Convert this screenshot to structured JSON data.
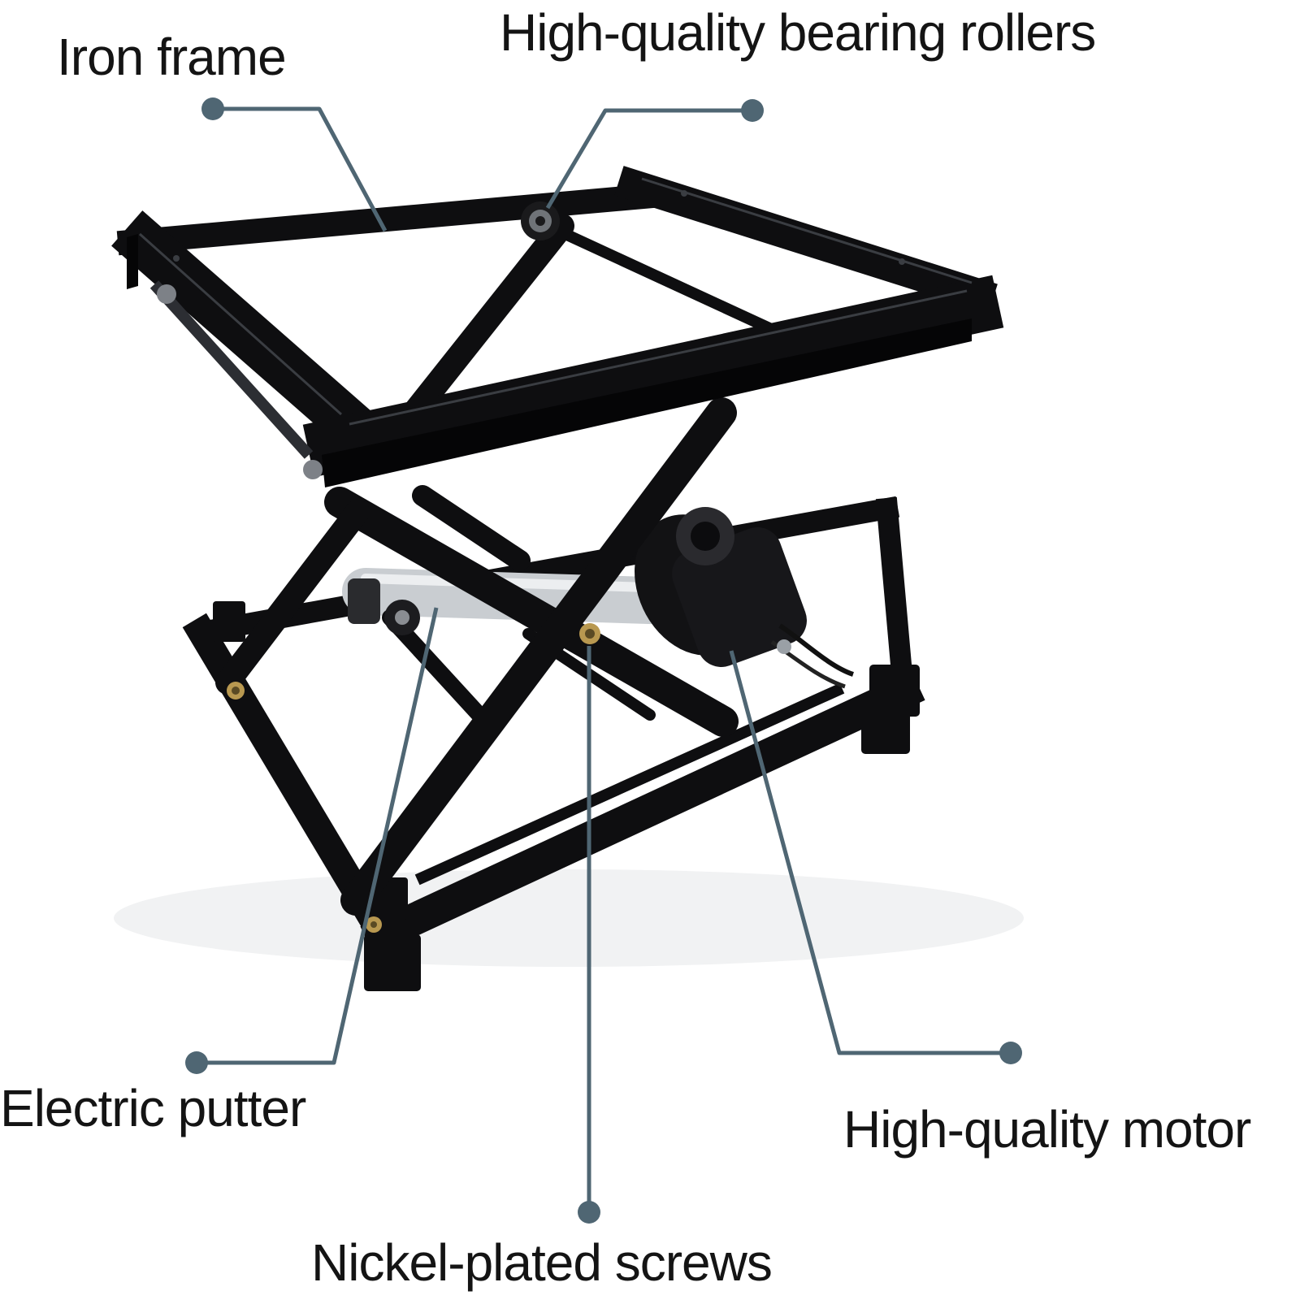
{
  "callouts": {
    "iron_frame": "Iron frame",
    "bearing_rollers": "High-quality bearing rollers",
    "electric_putter": "Electric putter",
    "motor": "High-quality motor",
    "screws": "Nickel-plated screws"
  },
  "colors": {
    "background": "#ffffff",
    "frame": "#0e0e10",
    "leader_line": "#4f6673",
    "text": "#141414",
    "actuator_tube": "#c9cdd1",
    "brass": "#b89850"
  }
}
